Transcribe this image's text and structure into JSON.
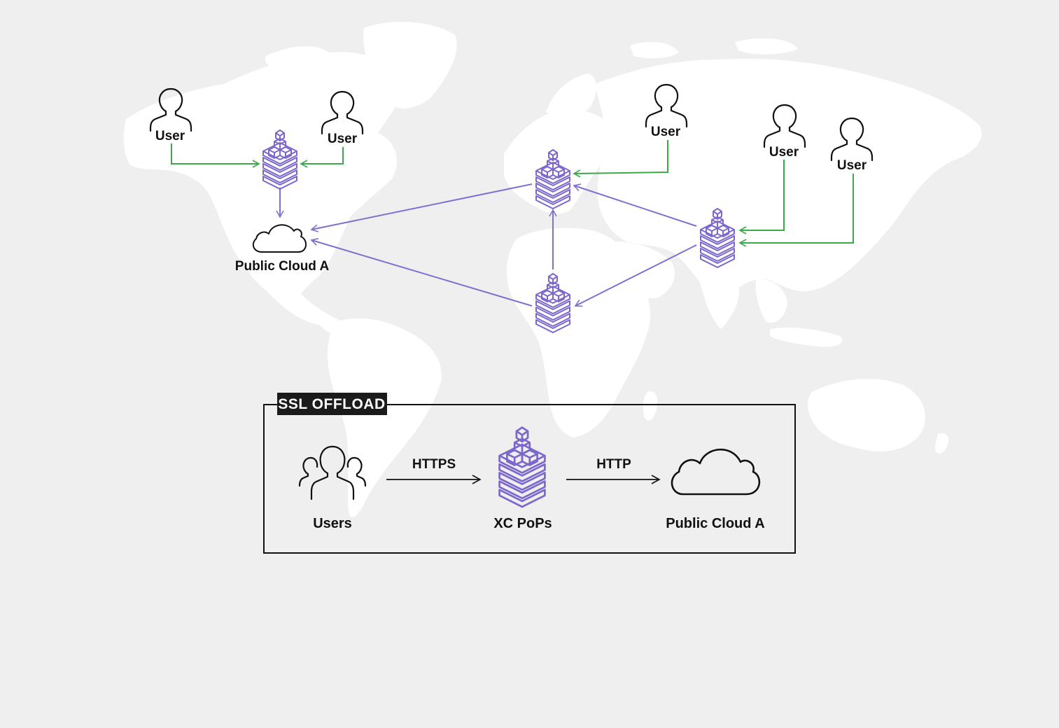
{
  "colors": {
    "background": "#efefef",
    "land": "#ffffff",
    "pop": "#7d67cc",
    "user_link": "#3aa94a",
    "backbone": "#8170cf",
    "ink": "#111111"
  },
  "map": {
    "users": [
      {
        "label": "User",
        "icon": "user-icon"
      },
      {
        "label": "User",
        "icon": "user-icon"
      },
      {
        "label": "User",
        "icon": "user-icon"
      },
      {
        "label": "User",
        "icon": "user-icon"
      },
      {
        "label": "User",
        "icon": "user-icon"
      }
    ],
    "cloud": {
      "label": "Public Cloud A",
      "icon": "cloud-icon"
    },
    "pops": [
      {
        "icon": "xc-pop-icon"
      },
      {
        "icon": "xc-pop-icon"
      },
      {
        "icon": "xc-pop-icon"
      },
      {
        "icon": "xc-pop-icon"
      }
    ]
  },
  "legend": {
    "badge": "SSL OFFLOAD",
    "flow": [
      {
        "label": "Users",
        "icon": "users-group-icon"
      },
      {
        "label": "XC PoPs",
        "icon": "xc-pop-icon"
      },
      {
        "label": "Public Cloud A",
        "icon": "cloud-icon"
      }
    ],
    "protocols": [
      "HTTPS",
      "HTTP"
    ]
  }
}
